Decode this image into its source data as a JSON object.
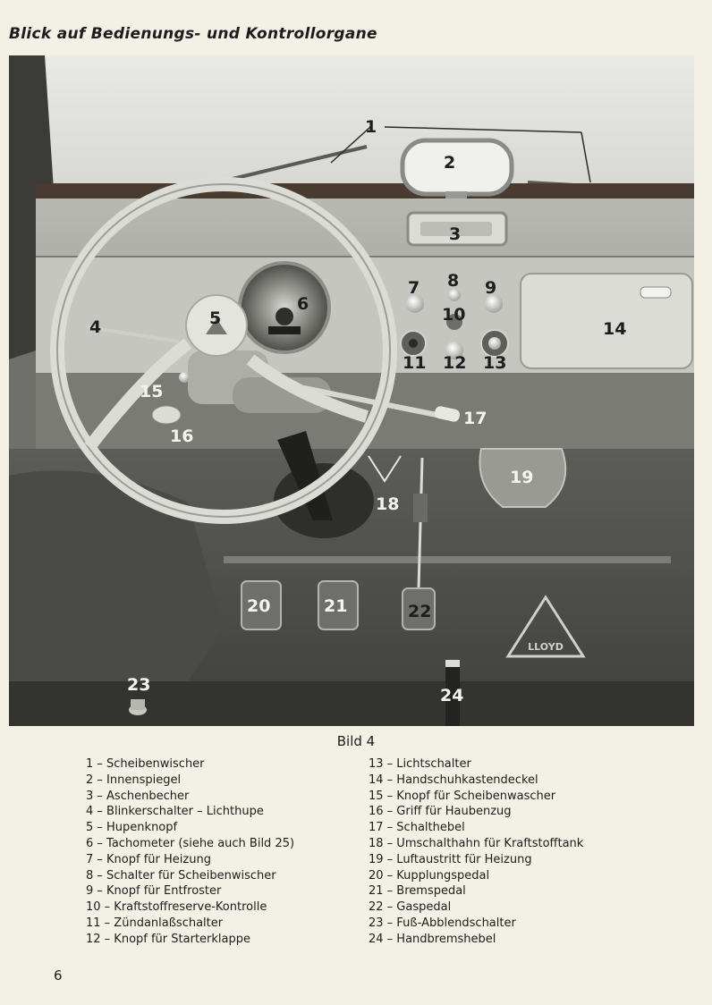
{
  "title": "Blick auf Bedienungs- und Kontrollorgane",
  "figure": {
    "caption": "Bild 4",
    "callouts": [
      "1",
      "2",
      "3",
      "4",
      "5",
      "6",
      "7",
      "8",
      "9",
      "10",
      "11",
      "12",
      "13",
      "14",
      "15",
      "16",
      "17",
      "18",
      "19",
      "20",
      "21",
      "22",
      "23",
      "24"
    ],
    "badge_text": "LLOYD"
  },
  "legend": {
    "left": [
      "1 – Scheibenwischer",
      "2 – Innenspiegel",
      "3 – Aschenbecher",
      "4 – Blinkerschalter – Lichthupe",
      "5 – Hupenknopf",
      "6 – Tachometer (siehe auch Bild 25)",
      "7 – Knopf für Heizung",
      "8 – Schalter für Scheibenwischer",
      "9 – Knopf für Entfroster",
      "10 – Kraftstoffreserve-Kontrolle",
      "11 – Zündanlaßschalter",
      "12 – Knopf für Starterklappe"
    ],
    "right": [
      "13 – Lichtschalter",
      "14 – Handschuhkastendeckel",
      "15 – Knopf für Scheibenwascher",
      "16 – Griff für Haubenzug",
      "17 – Schalthebel",
      "18 – Umschalthahn für Kraftstofftank",
      "19 – Luftaustritt für Heizung",
      "20 – Kupplungspedal",
      "21 – Bremspedal",
      "22 – Gaspedal",
      "23 – Fuß-Abblendschalter",
      "24 – Handbremshebel"
    ]
  },
  "page_number": "6"
}
